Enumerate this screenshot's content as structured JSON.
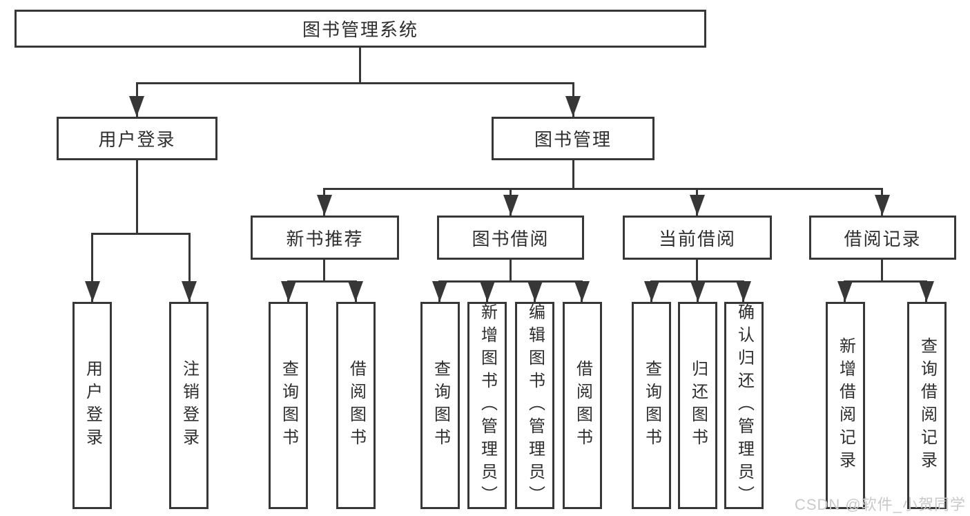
{
  "diagram": {
    "root": {
      "label": "图书管理系统"
    },
    "level2": {
      "user_login": {
        "label": "用户登录"
      },
      "book_management": {
        "label": "图书管理"
      }
    },
    "level3": {
      "new_book_recommend": {
        "label": "新书推荐"
      },
      "book_borrow": {
        "label": "图书借阅"
      },
      "current_borrow": {
        "label": "当前借阅"
      },
      "borrow_records": {
        "label": "借阅记录"
      }
    },
    "leaves": {
      "user_login": {
        "label": "用户登录"
      },
      "logout": {
        "label": "注销登录"
      },
      "nb_query_books": {
        "label": "查询图书"
      },
      "nb_borrow_books": {
        "label": "借阅图书"
      },
      "bb_query_books": {
        "label": "查询图书"
      },
      "bb_add_books_admin": {
        "label": "新增图书（管理员）"
      },
      "bb_edit_books_admin": {
        "label": "编辑图书（管理员）"
      },
      "bb_borrow_books": {
        "label": "借阅图书"
      },
      "cb_query_books": {
        "label": "查询图书"
      },
      "cb_return_books": {
        "label": "归还图书"
      },
      "cb_confirm_return_admin": {
        "label": "确认归还（管理员）"
      },
      "br_add_record": {
        "label": "新增借阅记录"
      },
      "br_query_record": {
        "label": "查询借阅记录"
      }
    }
  },
  "watermark": {
    "text": "CSDN @软件_小贺同学"
  },
  "colors": {
    "line": "#373737",
    "text": "#2e2e2e",
    "box_background": "#ffffff",
    "watermark": "#c9c9c9",
    "page_background": "#ffffff"
  }
}
